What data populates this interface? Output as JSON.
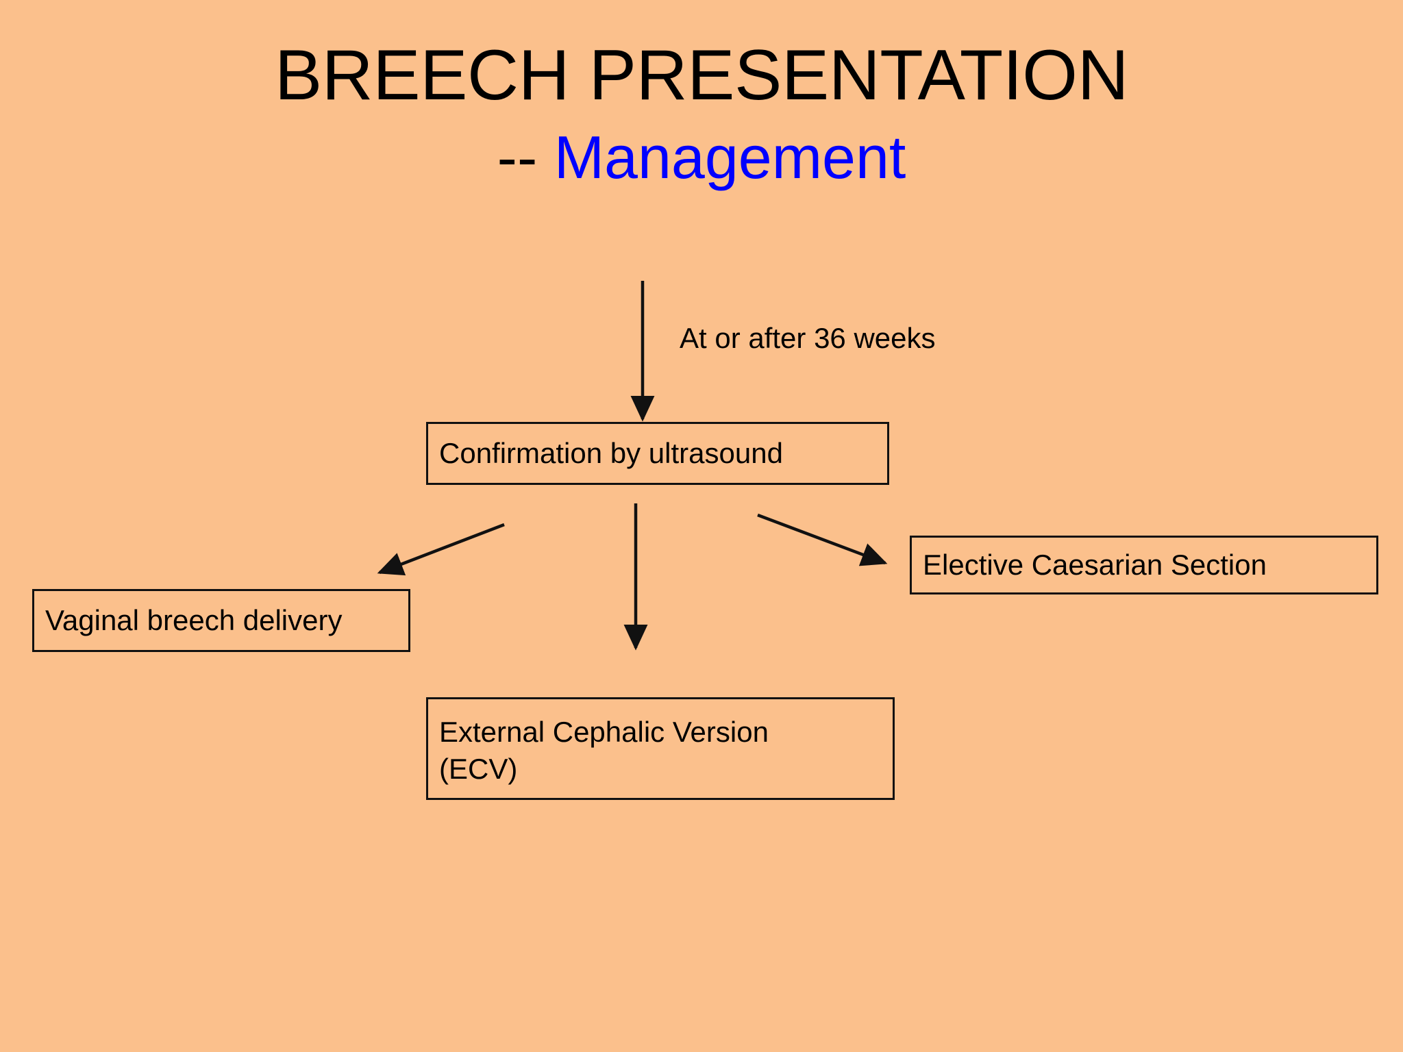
{
  "slide": {
    "background_color": "#fbc08c",
    "title": "BREECH PRESENTATION",
    "subtitle_dash": "-- ",
    "subtitle_emphasis": "Management",
    "subtitle_color": "#0000ff",
    "title_color": "#000000"
  },
  "diagram": {
    "type": "flowchart",
    "edge_label": "At or after 36 weeks",
    "nodes": [
      {
        "id": "ultrasound",
        "lines": [
          "Confirmation by ultrasound"
        ],
        "border_color": "#111111"
      },
      {
        "id": "vaginal",
        "lines": [
          "Vaginal breech delivery"
        ],
        "border_color": "#111111"
      },
      {
        "id": "caesarian",
        "lines": [
          "Elective Caesarian Section"
        ],
        "border_color": "#111111"
      },
      {
        "id": "ecv",
        "lines": [
          "External Cephalic Version",
          "(ECV)"
        ],
        "border_color": "#111111"
      }
    ],
    "edges": [
      {
        "id": "entry-to-ultrasound",
        "from": "start",
        "to": "ultrasound",
        "label": "At or after 36 weeks",
        "direction": "down"
      },
      {
        "id": "ultrasound-to-vaginal",
        "from": "ultrasound",
        "to": "vaginal",
        "direction": "down-left"
      },
      {
        "id": "ultrasound-to-ecv",
        "from": "ultrasound",
        "to": "ecv",
        "direction": "down"
      },
      {
        "id": "ultrasound-to-caesarian",
        "from": "ultrasound",
        "to": "caesarian",
        "direction": "down-right"
      }
    ]
  }
}
